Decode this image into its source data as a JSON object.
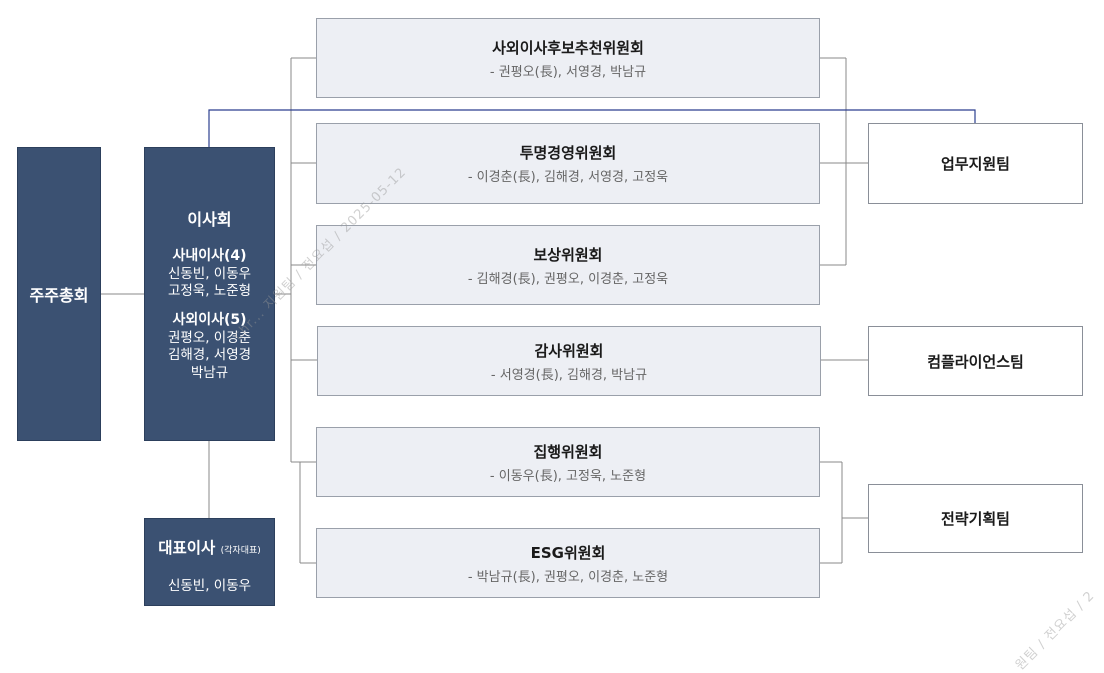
{
  "shareholders": {
    "label": "주주총회"
  },
  "board": {
    "title": "이사회",
    "inside": {
      "heading": "사내이사(4)",
      "line1": "신동빈, 이동우",
      "line2": "고정욱, 노준형"
    },
    "outside": {
      "heading": "사외이사(5)",
      "line1": "권평오, 이경춘",
      "line2": "김해경, 서영경",
      "line3": "박남규"
    }
  },
  "ceo": {
    "title": "대표이사",
    "note": "(각자대표)",
    "names": "신동빈, 이동우"
  },
  "committees": {
    "nomination": {
      "name": "사외이사후보추천위원회",
      "members": "- 권평오(長), 서영경, 박남규"
    },
    "transparency": {
      "name": "투명경영위원회",
      "members": "- 이경춘(長), 김해경, 서영경, 고정욱"
    },
    "compensation": {
      "name": "보상위원회",
      "members": "- 김해경(長), 권평오, 이경춘, 고정욱"
    },
    "audit": {
      "name": "감사위원회",
      "members": "- 서영경(長), 김해경, 박남규"
    },
    "execution": {
      "name": "집행위원회",
      "members": "- 이동우(長), 고정욱, 노준형"
    },
    "esg": {
      "name": "ESG위원회",
      "members": "- 박남규(長), 권평오, 이경춘, 노준형"
    }
  },
  "teams": {
    "support": "업무지원팀",
    "compliance": "컴플라이언스팀",
    "strategy": "전략기획팀"
  },
  "watermark": {
    "text1": "chr... 지원팀 / 전요섭 / 2025-05-12",
    "text2": "원팀 / 전요섭 / 2"
  },
  "colors": {
    "dark_box": "#3b5172",
    "light_box": "#edeff4",
    "board_link_line": "#2c3f8f",
    "connector_line": "#888888"
  }
}
